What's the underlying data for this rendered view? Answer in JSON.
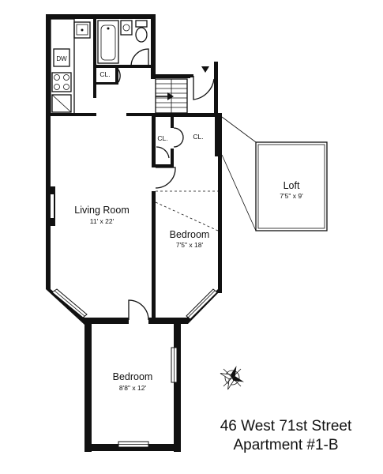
{
  "rooms": {
    "living_room": {
      "name": "Living Room",
      "dims": "11' x 22'"
    },
    "bedroom_right": {
      "name": "Bedroom",
      "dims": "7'5\" x 18'"
    },
    "bedroom_bottom": {
      "name": "Bedroom",
      "dims": "8'8\" x 12'"
    },
    "loft": {
      "name": "Loft",
      "dims": "7'5\" x 9'"
    },
    "closets": [
      "CL.",
      "CL.",
      "CL."
    ],
    "dishwasher": "DW"
  },
  "address": {
    "line1": "46 West 71st Street",
    "line2": "Apartment #1-B"
  },
  "compass": {
    "icon": "compass-rose-icon"
  }
}
